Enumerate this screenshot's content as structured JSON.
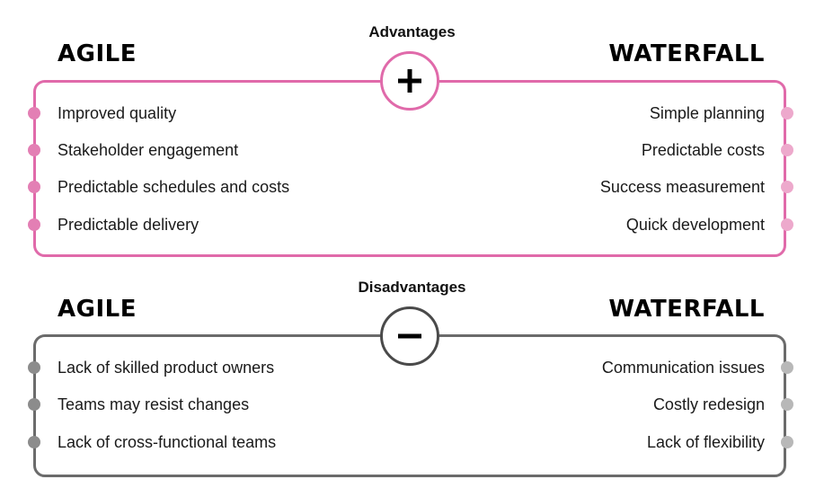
{
  "advantages": {
    "caption": "Advantages",
    "symbol": "+",
    "left_heading": "AGILE",
    "right_heading": "WATERFALL",
    "agile_items": [
      "Improved quality",
      "Stakeholder engagement",
      "Predictable schedules and costs",
      "Predictable delivery"
    ],
    "waterfall_items": [
      "Simple planning",
      "Predictable costs",
      "Success measurement",
      "Quick development"
    ],
    "colors": {
      "border": "#e06aaa",
      "dot": "#e37fb4",
      "dot_light": "#eda9cc"
    }
  },
  "disadvantages": {
    "caption": "Disadvantages",
    "symbol": "−",
    "left_heading": "AGILE",
    "right_heading": "WATERFALL",
    "agile_items": [
      "Lack of skilled product owners",
      "Teams may resist changes",
      "Lack of cross-functional teams"
    ],
    "waterfall_items": [
      "Communication issues",
      "Costly redesign",
      "Lack of flexibility"
    ],
    "colors": {
      "border": "#6b6b6b",
      "dot": "#8c8c8c",
      "dot_light": "#b8b8b8"
    }
  }
}
